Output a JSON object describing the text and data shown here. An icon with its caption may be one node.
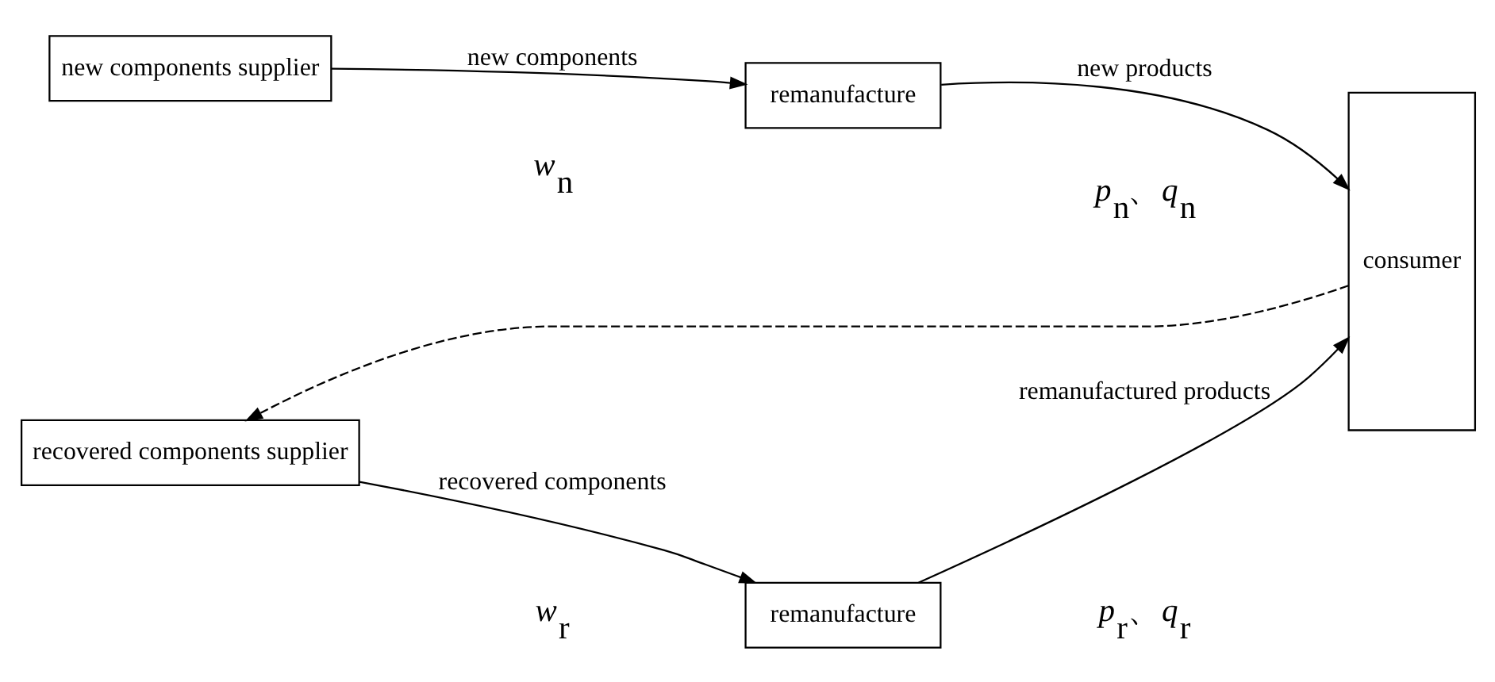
{
  "diagram": {
    "nodes": [
      {
        "text": [
          "new components supplier"
        ]
      },
      {
        "text": [
          "remanufacture"
        ]
      },
      {
        "text": [
          "consumer"
        ]
      },
      {
        "text": [
          "recovered components supplier"
        ]
      },
      {
        "text": [
          "remanufacture"
        ]
      }
    ],
    "edges": [
      {
        "from": 0,
        "to": 1,
        "arrow": "to",
        "label": "new components"
      },
      {
        "from": 1,
        "to": 2,
        "arrow": "to",
        "label": "new products"
      },
      {
        "from": 3,
        "to": 4,
        "arrow": "to",
        "label": "recovered components"
      },
      {
        "from": 4,
        "to": 2,
        "arrow": "to",
        "label": "remanufactured products"
      },
      {
        "from": 2,
        "to": 3,
        "arrow": "to",
        "style": "dashed"
      }
    ],
    "labels": [
      "*w*$_{n}$",
      "*p*$_{n}$、*q*$_{n}$",
      "*w*$_{r}$",
      "*p*$_{r}$、*q*$_{r}$"
    ]
  }
}
